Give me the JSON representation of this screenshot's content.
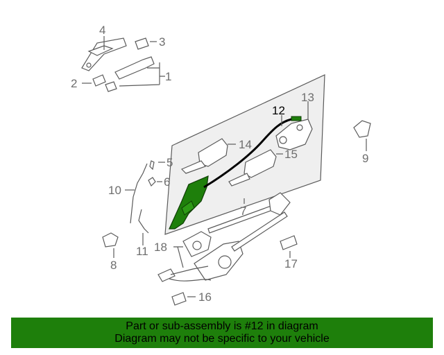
{
  "callouts": {
    "c1": "1",
    "c2": "2",
    "c3": "3",
    "c4": "4",
    "c5": "5",
    "c6": "6",
    "c7": "7",
    "c8": "8",
    "c9": "9",
    "c10": "10",
    "c11": "11",
    "c12": "12",
    "c13": "13",
    "c14": "14",
    "c15": "15",
    "c16": "16",
    "c17": "17",
    "c18": "18"
  },
  "highlight_part": "12",
  "colors": {
    "highlight": "#1e7f0b",
    "linework": "#5a5a5a",
    "panel": "#efefef",
    "banner_bg": "#1e7f0b"
  },
  "banner": {
    "line1": "Part or sub-assembly is #12 in diagram",
    "line2": "Diagram may not be specific to your vehicle"
  }
}
